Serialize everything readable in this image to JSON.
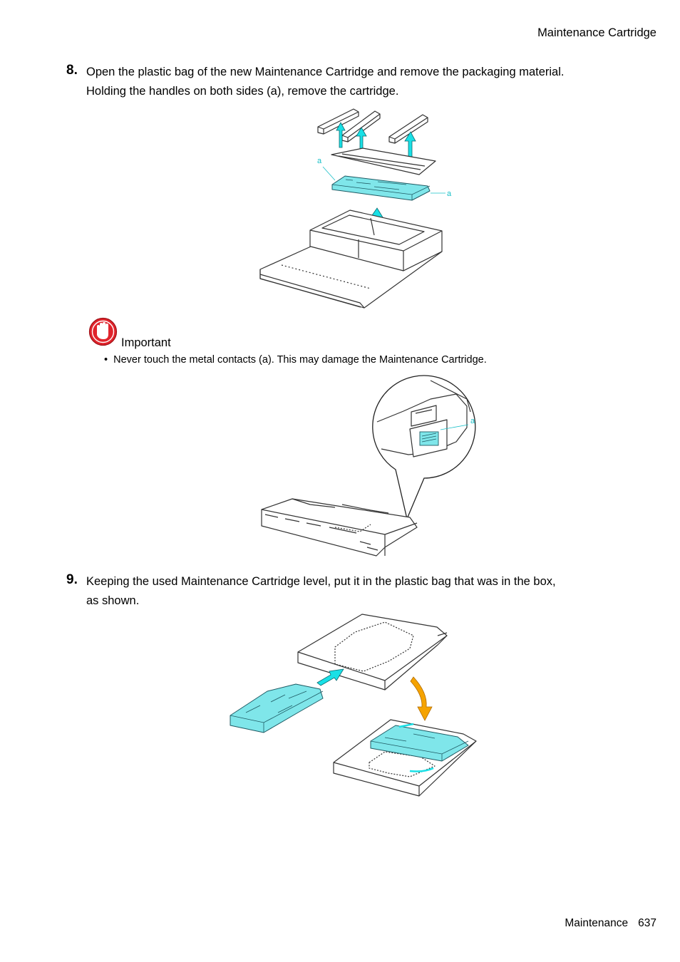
{
  "header": {
    "section_title": "Maintenance  Cartridge"
  },
  "steps": [
    {
      "number": "8.",
      "lines": [
        "Open the plastic bag of the new Maintenance Cartridge and remove the packaging material.",
        "Holding the handles on both sides (a), remove the cartridge."
      ]
    },
    {
      "number": "9.",
      "lines": [
        "Keeping the used Maintenance Cartridge level, put it in the plastic bag that was in the box,",
        "as shown."
      ]
    }
  ],
  "important": {
    "label": "Important",
    "bullet_mark": "•",
    "bullets": [
      "Never touch the metal contacts (a).  This may damage the Maintenance Cartridge."
    ]
  },
  "callout_labels": {
    "fig1_left": "a",
    "fig1_right": "a",
    "fig2": "a"
  },
  "colors": {
    "cyan": "#7fe6ea",
    "cyan_arrow": "#19e0e6",
    "orange_arrow": "#f5a300",
    "important_red": "#e0242c"
  },
  "footer": {
    "section": "Maintenance",
    "page": "637"
  }
}
